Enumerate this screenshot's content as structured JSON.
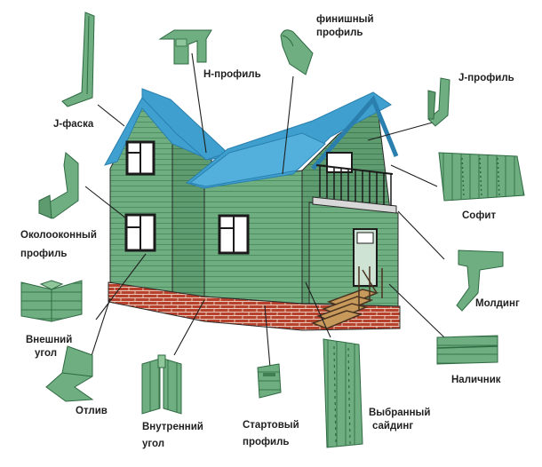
{
  "colors": {
    "siding": "#6fae80",
    "siding_dark": "#4f8f62",
    "roof": "#3fa0cf",
    "roof_dark": "#2a7fae",
    "brick": "#b8412d",
    "line": "#2b2b2b"
  },
  "labels": {
    "finish_profile": [
      "финишный",
      "профиль"
    ],
    "h_profile": "Н-профиль",
    "j_profile": "J-профиль",
    "j_chamfer": "J-фаска",
    "soffit": "Софит",
    "window_profile": [
      "Околооконный",
      "профиль"
    ],
    "molding": "Молдинг",
    "outer_corner": [
      "Внешний",
      "угол"
    ],
    "trim": "Наличник",
    "drip": "Отлив",
    "inner_corner": [
      "Внутренний",
      "угол"
    ],
    "start_profile": [
      "Стартовый",
      "профиль"
    ],
    "selected_siding": [
      "Выбранный",
      "сайдинг"
    ]
  }
}
